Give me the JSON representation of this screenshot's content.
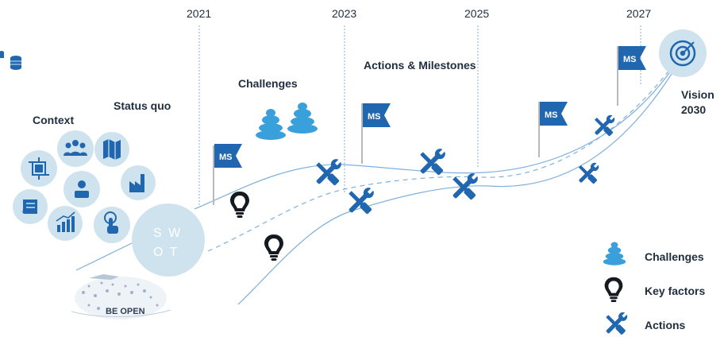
{
  "timeline": {
    "years": [
      "2021",
      "2023",
      "2025",
      "2027"
    ]
  },
  "labels": {
    "context": "Context",
    "status_quo": "Status quo",
    "challenges": "Challenges",
    "actions_milestones": "Actions & Milestones",
    "vision_line1": "Vision",
    "vision_line2": "2030"
  },
  "swot": {
    "row1": "S W",
    "row2": "O T"
  },
  "milestone_flag_text": "MS",
  "logo_text": "BE OPEN",
  "legend": {
    "challenges": "Challenges",
    "key_factors": "Key factors",
    "actions": "Actions"
  },
  "colors": {
    "primary_blue": "#2167b0",
    "light_blue": "#3aa0dc",
    "pale_circle": "#cfe3ee",
    "line_blue": "#7fb0dd",
    "dark_text": "#1f2d3d",
    "icon_dark": "#141a1f"
  },
  "icons": [
    "network-icon",
    "people-icon",
    "map-icon",
    "factory-icon",
    "person-icon",
    "document-icon",
    "bar-chart-icon",
    "touch-icon",
    "target-icon",
    "wrench-screwdriver-icon",
    "lightbulb-icon",
    "flag-icon",
    "layered-stack-icon",
    "database-icon"
  ]
}
